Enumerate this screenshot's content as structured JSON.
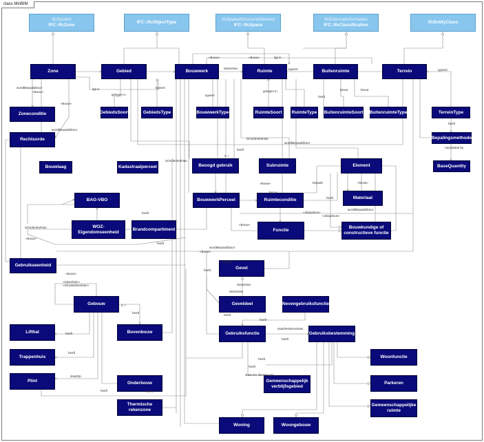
{
  "diagram_tag": "class MinBIM",
  "external_classes": [
    {
      "stereotype": "IfcSystem",
      "name": "IFC::IfcZone"
    },
    {
      "stereotype": "",
      "name": "IFC::IfcObjectType"
    },
    {
      "stereotype": "IfcSpatialStructureElement",
      "name": "IFC::IfcSpace"
    },
    {
      "stereotype": "IfcExternalInformation",
      "name": "IFC::IfcClassification"
    },
    {
      "stereotype": "",
      "name": "IfcEntityClass"
    }
  ],
  "classes": [
    "Zone",
    "Gebied",
    "Bouwwerk",
    "Ruimte",
    "Buitenruimte",
    "Terrein",
    "Zoneconditie",
    "GebiedsSoort",
    "GebiedsType",
    "BouwwerkType",
    "RuimteSoort",
    "RuimteType",
    "BuitenruimteSoort",
    "BuitenruimteType",
    "TerreinType",
    "Rechtsorde",
    "Bepalingsmethode",
    "Beoogd gebruik",
    "Subruimte",
    "Element",
    "Bouwlaag",
    "Kadastraalperceel",
    "BaseQuantity",
    "BouwwerkPerceel",
    "Ruimteconditie",
    "Materiaal",
    "BAG-VBO",
    "WOZ-Eigendomseenheid",
    "Brandcompartiment",
    "Functie",
    "Bouwkundige of constructieve functie",
    "Gebruikseenheid",
    "Gevel",
    "Geveldeel",
    "Nevengebruiksfunctie",
    "Gebouw",
    "Lifthal",
    "Bovenbouw",
    "Gebruiksfunctie",
    "Gebruiksbestemming",
    "Trappenhuis",
    "Woonfunctie",
    "Plint",
    "Onderbouw",
    "Gemeenschappelijk verblijfsgebied",
    "Parkeren",
    "Thermische rekenzone",
    "Gemeenschappelijke ruimte",
    "Woning",
    "Woongebouw"
  ],
  "labels": [
    "wordtBepaaldDoor",
    "«Bouw»",
    "«Bouw»",
    "wordtBepaaldDoor",
    "ligt in",
    "gelegen in",
    "typeert",
    "«Bouw»",
    "isDeelVan",
    "«Bouw»",
    "ligt in",
    "typeert",
    "gelegen in",
    "typeert",
    "heeft",
    "bevat",
    "bevat",
    "typeert",
    "heeft",
    "repudiated by",
    "heeft",
    "0..*",
    "isOnderdeelVan",
    "wordtBepaaldDoor",
    "«Bouw»",
    "ligt op",
    "bepaalt",
    "«bevat»",
    "heeft",
    "wordtBepaaldDoor",
    "«ubiquitous»",
    "«ubiquitous»",
    "«Bouw»",
    "isOnderdeelVan",
    "heeft",
    "«Bouw»",
    "heeft",
    "isOnderdeelVan",
    "isDeelVan",
    "«Bouw»",
    "«Bouw»",
    "heeft",
    "wordtBepaaldDoor",
    "«isDeelVan»",
    "«isFysiekDeelVan»",
    "«Bouw»",
    "0..*",
    "heeft",
    "heeft",
    "heeft",
    "heeft",
    "heeft",
    "staatOp",
    "isDeelVan",
    "heeft",
    "staatTenDienstVan",
    "heeft",
    "heeft",
    "heeft",
    "staat ten dienste van",
    "heeft"
  ]
}
